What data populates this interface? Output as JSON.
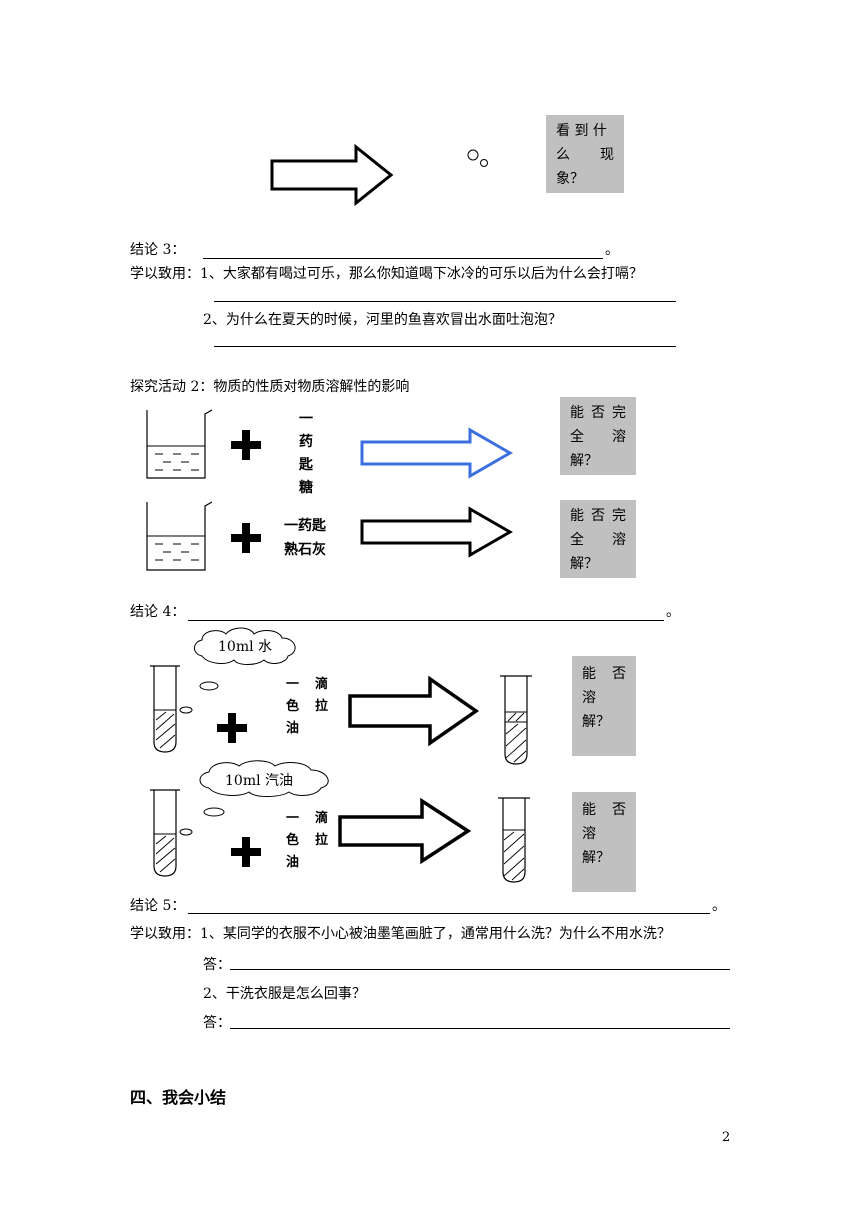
{
  "section1": {
    "question_box": [
      "看 到 什",
      "么 现",
      "象？"
    ],
    "conclusion3_label": "结论 3：",
    "conclusion3_end": "。",
    "apply_label": "学以致用：",
    "apply_q1": "1、大家都有喝过可乐，那么你知道喝下冰冷的可乐以后为什么会打嗝？",
    "apply_q2": "2、为什么在夏天的时候，河里的鱼喜欢冒出水面吐泡泡？"
  },
  "activity2": {
    "title": "探究活动 2：物质的性质对物质溶解性的影响",
    "row1": {
      "solute": [
        "一",
        "药",
        "匙",
        "糖"
      ],
      "box": [
        "能 否 完",
        "全 溶",
        "解？"
      ]
    },
    "row2": {
      "solute": [
        "一药匙",
        "熟石灰"
      ],
      "box": [
        "能 否 完",
        "全 溶",
        "解？"
      ]
    }
  },
  "conclusion4": {
    "label": "结论 4：",
    "end": "。"
  },
  "tubes": {
    "row1": {
      "cloud": "10ml 水",
      "drop": [
        "一 滴",
        "色 拉",
        "油"
      ],
      "box": [
        "能 否",
        "溶",
        "解？"
      ]
    },
    "row2": {
      "cloud": "10ml 汽油",
      "drop": [
        "一 滴",
        "色 拉",
        "油"
      ],
      "box": [
        "能 否",
        "溶",
        "解？"
      ]
    }
  },
  "conclusion5": {
    "label": "结论 5：",
    "end": "。"
  },
  "apply2": {
    "label": "学以致用：",
    "q1": "1、某同学的衣服不小心被油墨笔画脏了，通常用什么洗？为什么不用水洗？",
    "a_label": "答：",
    "q2": "2、干洗衣服是怎么回事？",
    "a2_label": "答："
  },
  "section4": {
    "heading": "四、我会小结"
  },
  "page_number": "2",
  "colors": {
    "box_grey": "#c0c0c0",
    "blue_arrow": "#3b6fe0"
  }
}
